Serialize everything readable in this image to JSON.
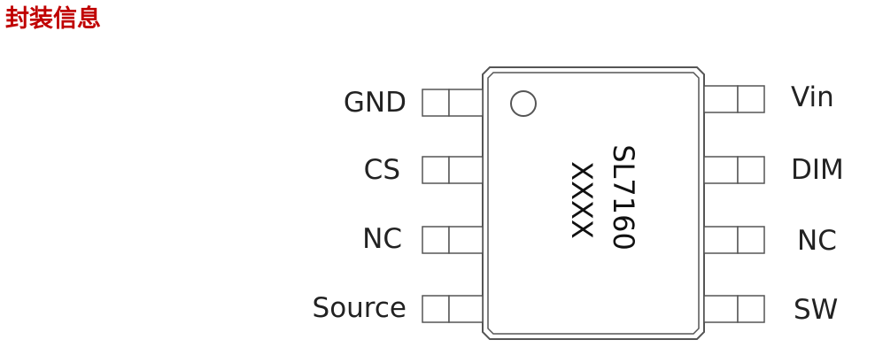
{
  "header": {
    "title": "封装信息"
  },
  "package": {
    "marking": {
      "part_number": "SL7160",
      "date_code": "XXXX"
    },
    "left_pins": [
      {
        "label": "GND"
      },
      {
        "label": "CS"
      },
      {
        "label": "NC"
      },
      {
        "label": "Source"
      }
    ],
    "right_pins": [
      {
        "label": "Vin"
      },
      {
        "label": "DIM"
      },
      {
        "label": "NC"
      },
      {
        "label": "SW"
      }
    ]
  },
  "colors": {
    "title": "#c00000",
    "outline": "#555555",
    "text": "#222222"
  }
}
